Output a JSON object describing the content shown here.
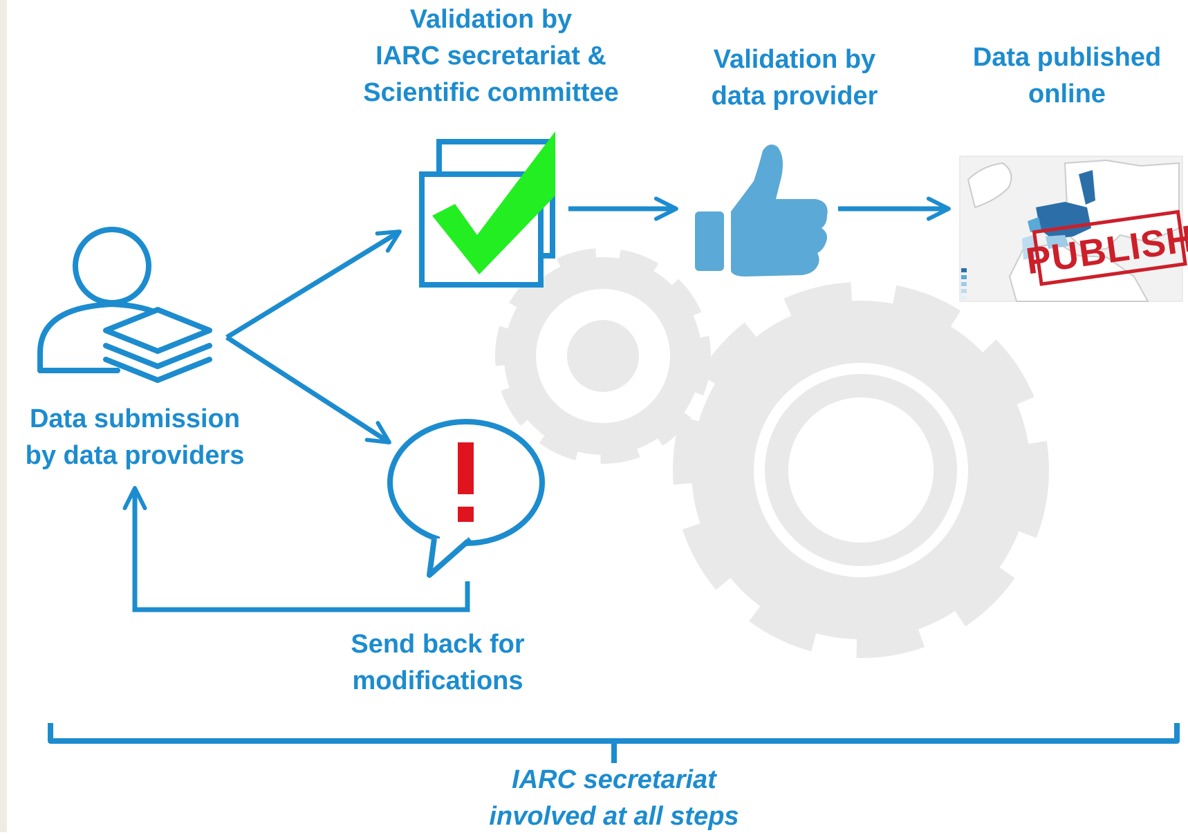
{
  "steps": {
    "submission": {
      "lines": [
        "Data submission",
        "by data providers"
      ],
      "icon": "user-data-stack-icon"
    },
    "validation_iarc": {
      "lines": [
        "Validation  by",
        "IARC  secretariat &",
        "Scientific  committee"
      ],
      "icon": "checked-documents-icon"
    },
    "validation_provider": {
      "lines": [
        "Validation  by",
        "data provider"
      ],
      "icon": "thumbs-up-icon"
    },
    "published": {
      "lines": [
        "Data published",
        "online"
      ],
      "icon": "published-map-icon",
      "stamp_text": "PUBLISH"
    },
    "send_back": {
      "lines": [
        "Send back for",
        "modifications"
      ],
      "icon": "alert-speech-bubble-icon",
      "mark": "!"
    }
  },
  "footer": {
    "lines": [
      "IARC secretariat",
      "involved  at all steps"
    ]
  },
  "colors": {
    "primary": "#1c8ccf",
    "thumb": "#5aa9d6",
    "check": "#22ee22",
    "alert": "#e0141e",
    "gear": "#e9e9e9",
    "stamp": "#cc1f2a",
    "map_highlight": "#2c6fa8"
  }
}
